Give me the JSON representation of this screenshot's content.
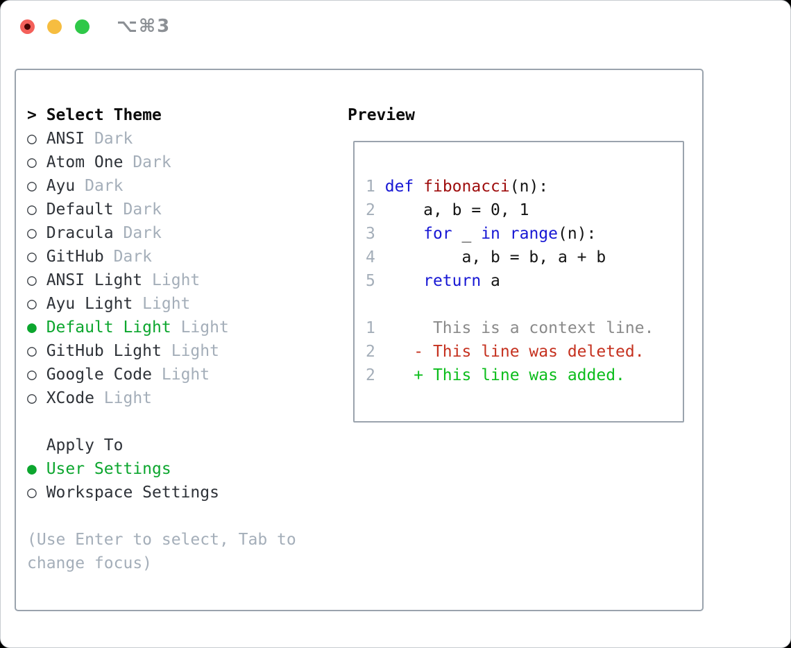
{
  "titlebar": {
    "shortcut": "⌥⌘3",
    "traffic_lights": [
      "close",
      "minimize",
      "zoom"
    ]
  },
  "colors": {
    "accent-green": "#0ca62e",
    "added-green": "#0cbd1c",
    "deleted-red": "#c5311f",
    "keyword-blue": "#1717d4",
    "function-red": "#9e0c0c",
    "context-gray": "#8a8a8a",
    "muted-gray": "#a4aeb9",
    "text-dark": "#2e3238",
    "border-gray": "#9aa3ad",
    "traffic-red": "#f4605a",
    "traffic-yellow": "#f6bd40",
    "traffic-green": "#2fc848"
  },
  "panel": {
    "header": {
      "prompt": ">",
      "title": "Select Theme"
    },
    "bullet_selected": "●",
    "bullet_unselected": "○",
    "themes": [
      {
        "name": "ANSI",
        "variant": "Dark",
        "selected": false
      },
      {
        "name": "Atom One",
        "variant": "Dark",
        "selected": false
      },
      {
        "name": "Ayu",
        "variant": "Dark",
        "selected": false
      },
      {
        "name": "Default",
        "variant": "Dark",
        "selected": false
      },
      {
        "name": "Dracula",
        "variant": "Dark",
        "selected": false
      },
      {
        "name": "GitHub",
        "variant": "Dark",
        "selected": false
      },
      {
        "name": "ANSI Light",
        "variant": "Light",
        "selected": false
      },
      {
        "name": "Ayu Light",
        "variant": "Light",
        "selected": false
      },
      {
        "name": "Default Light",
        "variant": "Light",
        "selected": true
      },
      {
        "name": "GitHub Light",
        "variant": "Light",
        "selected": false
      },
      {
        "name": "Google Code",
        "variant": "Light",
        "selected": false
      },
      {
        "name": "XCode",
        "variant": "Light",
        "selected": false
      }
    ],
    "apply_to": {
      "title": "Apply To",
      "options": [
        {
          "label": "User Settings",
          "selected": true
        },
        {
          "label": "Workspace Settings",
          "selected": false
        }
      ]
    },
    "hint_lines": [
      "(Use Enter to select, Tab to",
      "change focus)"
    ]
  },
  "preview": {
    "title": "Preview",
    "lines": [
      {
        "num": "1",
        "segments": [
          {
            "text": "def",
            "cls": "kw"
          },
          {
            "text": " ",
            "cls": "plain"
          },
          {
            "text": "fibonacci",
            "cls": "fn"
          },
          {
            "text": "(n):",
            "cls": "plain"
          }
        ]
      },
      {
        "num": "2",
        "segments": [
          {
            "text": "    a, b = 0, 1",
            "cls": "plain"
          }
        ]
      },
      {
        "num": "3",
        "segments": [
          {
            "text": "    ",
            "cls": "plain"
          },
          {
            "text": "for",
            "cls": "kw"
          },
          {
            "text": " _ ",
            "cls": "plain"
          },
          {
            "text": "in",
            "cls": "kw"
          },
          {
            "text": " ",
            "cls": "plain"
          },
          {
            "text": "range",
            "cls": "kw"
          },
          {
            "text": "(n):",
            "cls": "plain"
          }
        ]
      },
      {
        "num": "4",
        "segments": [
          {
            "text": "        a, b = b, a + b",
            "cls": "plain"
          }
        ]
      },
      {
        "num": "5",
        "segments": [
          {
            "text": "    ",
            "cls": "plain"
          },
          {
            "text": "return",
            "cls": "kw"
          },
          {
            "text": " a",
            "cls": "plain"
          }
        ]
      },
      {
        "num": "",
        "segments": []
      },
      {
        "num": "1",
        "segments": [
          {
            "text": "     This is a context line.",
            "cls": "context"
          }
        ]
      },
      {
        "num": "2",
        "segments": [
          {
            "text": "   - This line was deleted.",
            "cls": "deleted"
          }
        ]
      },
      {
        "num": "2",
        "segments": [
          {
            "text": "   + This line was added.",
            "cls": "added"
          }
        ]
      }
    ]
  }
}
